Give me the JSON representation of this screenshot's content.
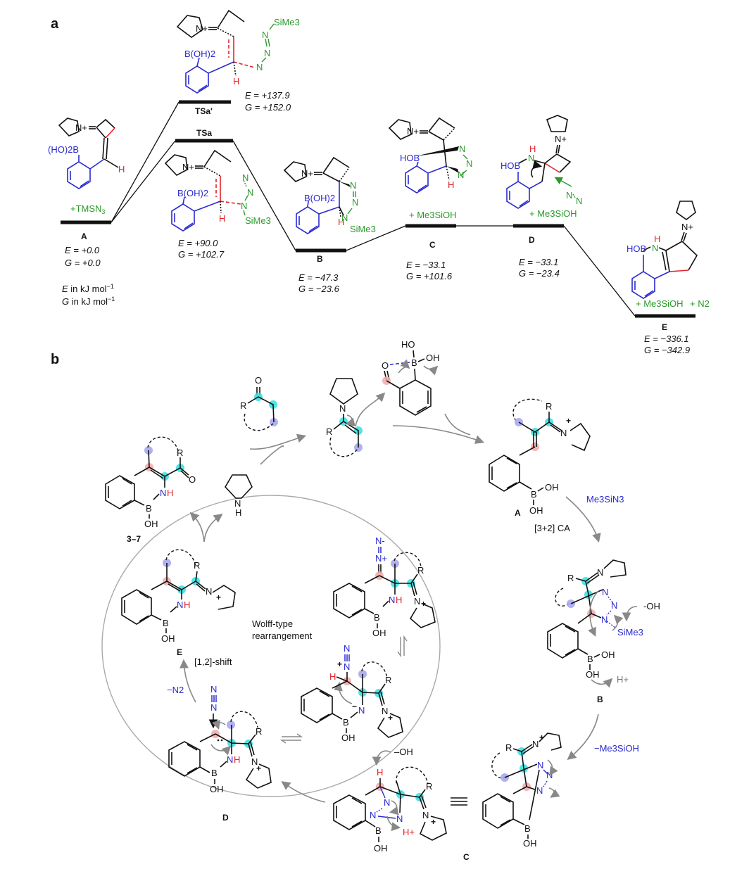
{
  "panels": {
    "a": "a",
    "b": "b"
  },
  "energy_diagram": {
    "units": [
      "E in kJ mol⁻¹",
      "G in kJ mol⁻¹"
    ],
    "units_parts": {
      "e_sym": "E",
      "g_sym": "G",
      "unit": " in kJ mol",
      "exp": "−1"
    },
    "reagent_A": "+TMSN",
    "reagent_A_sub": "3",
    "states": [
      {
        "id": "A",
        "label": "A",
        "E": "E = +0.0",
        "G": "G = +0.0",
        "E_value": 0.0,
        "G_value": 0.0
      },
      {
        "id": "TSa",
        "label": "TSa",
        "E": "E = +90.0",
        "G": "G = +102.7",
        "E_value": 90.0,
        "G_value": 102.7
      },
      {
        "id": "TSa_prime",
        "label": "TSa'",
        "E": "E = +137.9",
        "G": "G = +152.0",
        "E_value": 137.9,
        "G_value": 152.0
      },
      {
        "id": "B",
        "label": "B",
        "E": "E = −47.3",
        "G": "G = −23.6",
        "E_value": -47.3,
        "G_value": -23.6
      },
      {
        "id": "C",
        "label": "C",
        "E": "E = −33.1",
        "G": "G = +101.6",
        "E_value": -33.1,
        "G_value": 101.6
      },
      {
        "id": "D",
        "label": "D",
        "E": "E = −33.1",
        "G": "G = −23.4",
        "E_value": -33.1,
        "G_value": -23.4
      },
      {
        "id": "E",
        "label": "E",
        "E": "E = −336.1",
        "G": "G = −342.9",
        "E_value": -336.1,
        "G_value": -342.9
      }
    ],
    "byproducts": {
      "C": "+ Me3SiOH",
      "D": "+ Me3SiOH",
      "E_silanol": "+ Me3SiOH",
      "E_n2": "+ N2"
    },
    "atom_labels": {
      "nplus": "N+",
      "boh2": "B(OH)2",
      "ho2b": "(HO)2B",
      "hob": "HOB",
      "h": "H",
      "n": "N",
      "sime3": "SiMe3"
    }
  },
  "mechanism": {
    "labels": {
      "A": "A",
      "B": "B",
      "C": "C",
      "D": "D",
      "E": "E",
      "product": "3–7"
    },
    "reagents": {
      "azide": "Me3SiN3",
      "cycloaddition": "[3+2] CA",
      "minus_silanol": "−Me3SiOH",
      "hydroxide": "-OH",
      "hydroxide2": "–OH",
      "proton": "H+",
      "minus_n2": "−N2",
      "shift": "[1,2]-shift",
      "wolff_1": "Wolff-type",
      "wolff_2": "rearrangement"
    },
    "atom_labels": {
      "r": "R",
      "o": "O",
      "ho": "HO",
      "oh": "OH",
      "b": "B",
      "n": "N",
      "nh_n": "N",
      "nh_h": "H",
      "h": "H",
      "n_minus": "N-",
      "n_plus": "N+",
      "plus": "+",
      "minus": "−",
      "sime3": "SiMe3"
    }
  },
  "colors": {
    "aryl_blue": "#2a2ad0",
    "azide_green": "#2a9a2a",
    "hydrogen_red": "#e0242c",
    "highlight_cyan": "#2fe0e0",
    "highlight_pink": "#f2a8aa",
    "highlight_violet": "#a8a8ee"
  }
}
